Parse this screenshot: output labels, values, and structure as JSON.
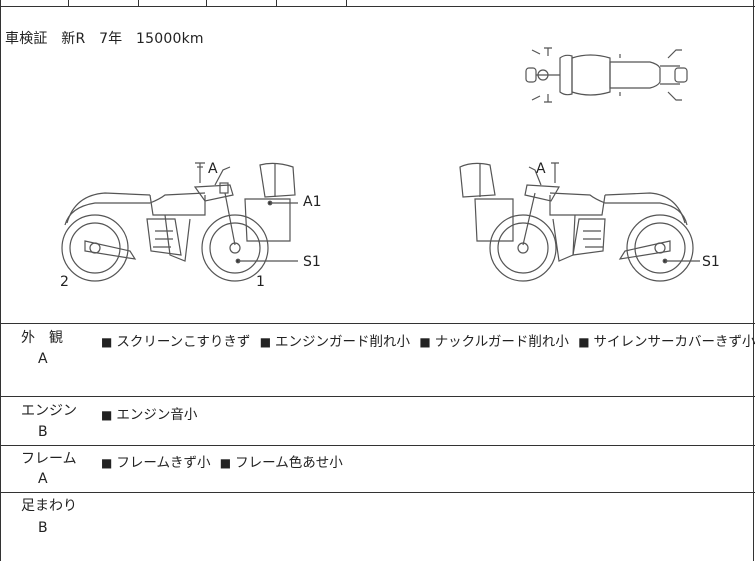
{
  "registration": {
    "label": "車検証",
    "status": "新R",
    "year": "7年",
    "mileage": "15000km"
  },
  "diagram": {
    "left_view": {
      "markers": [
        {
          "id": "A",
          "label": "A"
        },
        {
          "id": "A1",
          "label": "A1"
        },
        {
          "id": "S1",
          "label": "S1"
        },
        {
          "id": "n1",
          "label": "1"
        },
        {
          "id": "n2",
          "label": "2"
        }
      ]
    },
    "right_view": {
      "markers": [
        {
          "id": "A",
          "label": "A"
        },
        {
          "id": "S1",
          "label": "S1"
        }
      ]
    }
  },
  "sections": [
    {
      "category": "外　観",
      "grade": "A",
      "notes": [
        "スクリーンこすりきず",
        "エンジンガード削れ小",
        "ナックルガード削れ小",
        "サイレンサーカバーきず小"
      ]
    },
    {
      "category": "エンジン",
      "grade": "B",
      "notes": [
        "エンジン音小"
      ]
    },
    {
      "category": "フレーム",
      "grade": "A",
      "notes": [
        "フレームきず小",
        "フレーム色あせ小"
      ]
    },
    {
      "category": "足まわり",
      "grade": "B",
      "notes": []
    }
  ],
  "bullet": "■"
}
